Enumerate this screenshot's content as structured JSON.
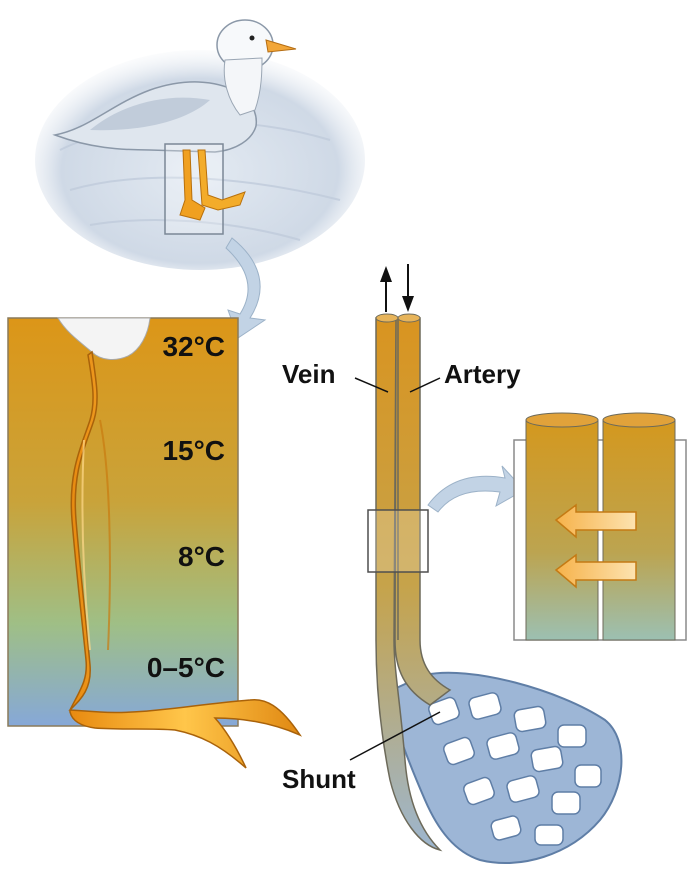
{
  "temperatures": {
    "top": "32°C",
    "upper": "15°C",
    "middle": "8°C",
    "bottom": "0–5°C"
  },
  "labels": {
    "vein": "Vein",
    "artery": "Artery",
    "shunt": "Shunt"
  },
  "colors": {
    "warm": "#e19a1e",
    "cool": "#8fb0dc",
    "leg": "#f0a020",
    "beak": "#f2a638",
    "arrow_blue": "#b7cde3"
  },
  "icons": {
    "flow_up": "arrow-up-icon",
    "flow_down": "arrow-down-icon",
    "heat_transfer": "heat-exchange-arrow-icon"
  }
}
